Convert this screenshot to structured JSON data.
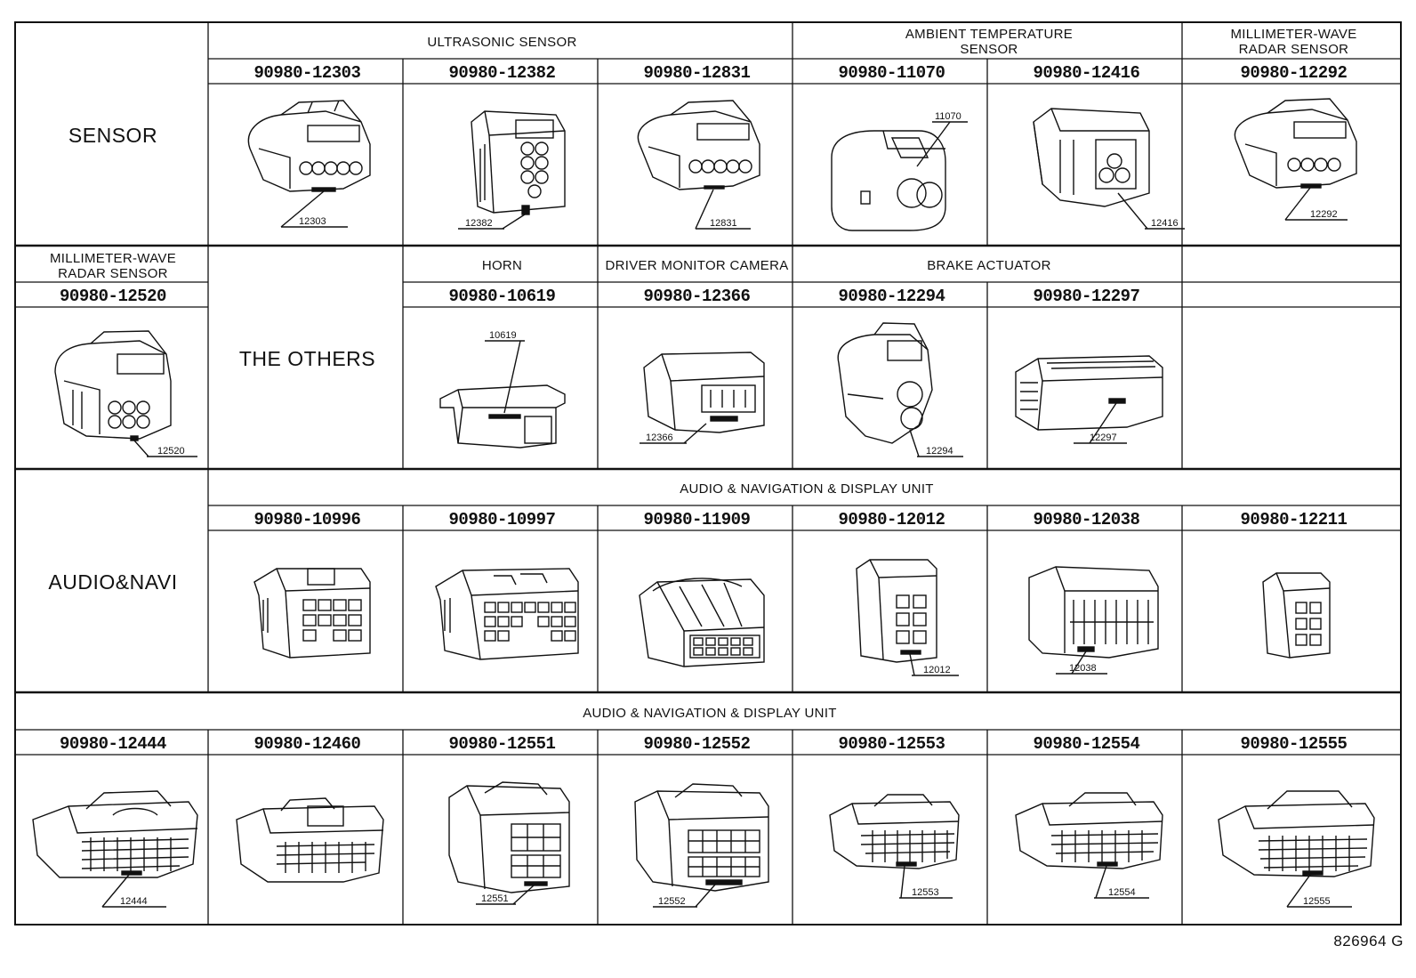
{
  "footer_code": "826964 G",
  "section1": {
    "label": "SENSOR",
    "groups": [
      {
        "title": "ULTRASONIC SENSOR"
      },
      {
        "title": "AMBIENT TEMPERATURE\nSENSOR"
      },
      {
        "title": "MILLIMETER-WAVE\nRADAR SENSOR"
      }
    ],
    "parts": [
      {
        "pn": "90980-12303",
        "callout": "12303"
      },
      {
        "pn": "90980-12382",
        "callout": "12382"
      },
      {
        "pn": "90980-12831",
        "callout": "12831"
      },
      {
        "pn": "90980-11070",
        "callout": "11070"
      },
      {
        "pn": "90980-12416",
        "callout": "12416"
      },
      {
        "pn": "90980-12292",
        "callout": "12292"
      }
    ]
  },
  "section2": {
    "first_title": "MILLIMETER-WAVE\nRADAR SENSOR",
    "label": "THE OTHERS",
    "groups": [
      {
        "title": "HORN"
      },
      {
        "title": "DRIVER MONITOR CAMERA"
      },
      {
        "title": "BRAKE ACTUATOR"
      }
    ],
    "parts": [
      {
        "pn": "90980-12520",
        "callout": "12520"
      },
      {
        "pn": "90980-10619",
        "callout": "10619"
      },
      {
        "pn": "90980-12366",
        "callout": "12366"
      },
      {
        "pn": "90980-12294",
        "callout": "12294"
      },
      {
        "pn": "90980-12297",
        "callout": "12297"
      }
    ]
  },
  "section3": {
    "label": "AUDIO&NAVI",
    "title": "AUDIO & NAVIGATION & DISPLAY UNIT",
    "parts": [
      {
        "pn": "90980-10996",
        "callout": ""
      },
      {
        "pn": "90980-10997",
        "callout": ""
      },
      {
        "pn": "90980-11909",
        "callout": ""
      },
      {
        "pn": "90980-12012",
        "callout": "12012"
      },
      {
        "pn": "90980-12038",
        "callout": "12038"
      },
      {
        "pn": "90980-12211",
        "callout": ""
      }
    ]
  },
  "section4": {
    "title": "AUDIO & NAVIGATION & DISPLAY UNIT",
    "parts": [
      {
        "pn": "90980-12444",
        "callout": "12444"
      },
      {
        "pn": "90980-12460",
        "callout": ""
      },
      {
        "pn": "90980-12551",
        "callout": "12551"
      },
      {
        "pn": "90980-12552",
        "callout": "12552"
      },
      {
        "pn": "90980-12553",
        "callout": "12553"
      },
      {
        "pn": "90980-12554",
        "callout": "12554"
      },
      {
        "pn": "90980-12555",
        "callout": "12555"
      }
    ]
  }
}
